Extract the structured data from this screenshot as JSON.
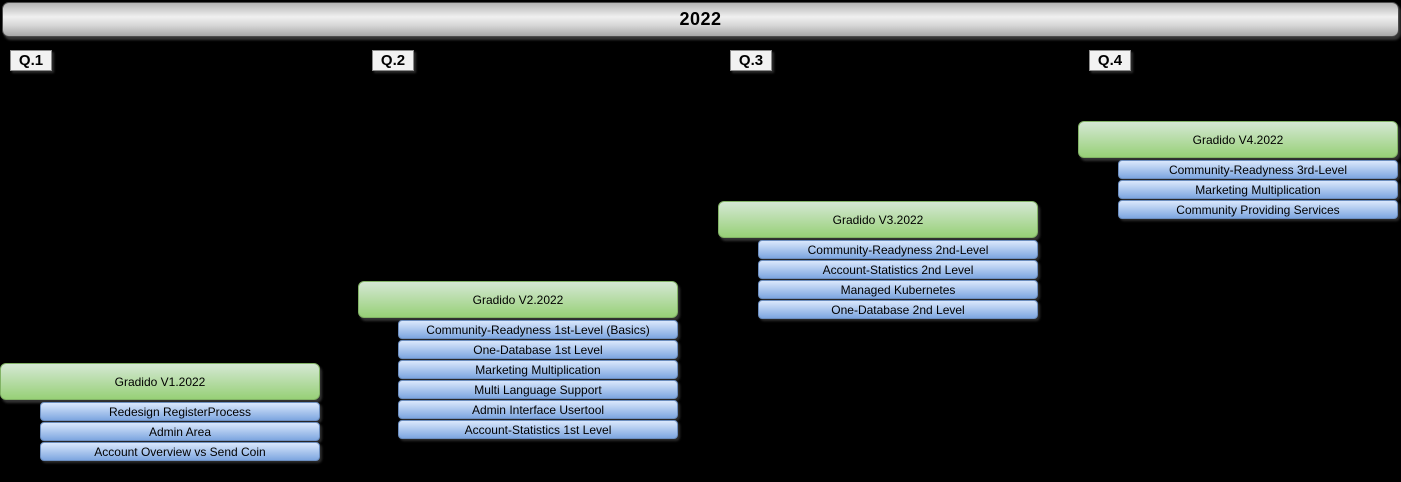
{
  "year_header": {
    "title": "2022"
  },
  "quarters": [
    {
      "label": "Q.1",
      "version": "Gradido V1.2022",
      "items": [
        "Redesign RegisterProcess",
        "Admin Area",
        "Account Overview vs Send Coin"
      ]
    },
    {
      "label": "Q.2",
      "version": "Gradido V2.2022",
      "items": [
        "Community-Readyness 1st-Level (Basics)",
        "One-Database 1st Level",
        "Marketing Multiplication",
        "Multi Language Support",
        "Admin Interface Usertool",
        "Account-Statistics 1st Level"
      ]
    },
    {
      "label": "Q.3",
      "version": "Gradido V3.2022",
      "items": [
        "Community-Readyness 2nd-Level",
        "Account-Statistics 2nd Level",
        "Managed Kubernetes",
        "One-Database 2nd Level"
      ]
    },
    {
      "label": "Q.4",
      "version": "Gradido V4.2022",
      "items": [
        "Community-Readyness 3rd-Level",
        "Marketing Multiplication",
        "Community Providing Services"
      ]
    }
  ],
  "colors": {
    "background": "#000000",
    "text": "#000000",
    "year_bar_top": "#b3b3b3",
    "year_bar_mid": "#f0f0f0",
    "year_bar_bottom": "#a8a8a8",
    "version_fill_top": "#d5e8d4",
    "version_fill_bottom": "#97d077",
    "version_border": "#82b366",
    "item_fill_top": "#dae8fc",
    "item_fill_bottom": "#7ea6e0",
    "item_border": "#6c8ebf",
    "quarter_label_fill": "#f2f2f2"
  }
}
